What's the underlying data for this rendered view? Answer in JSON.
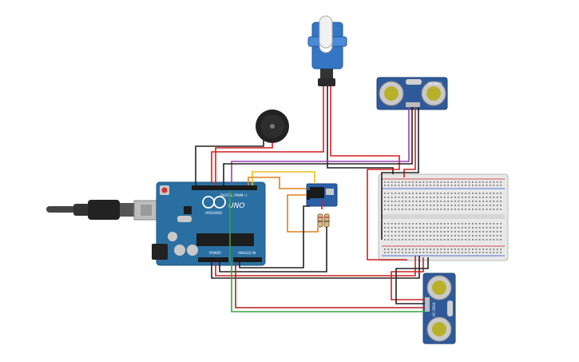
{
  "arduino": {
    "brand_label": "ARDUINO",
    "model_label": "UNO",
    "digital_label": "DIGITAL (PWM~)",
    "power_label": "POWER",
    "analog_label": "ANALOG IN"
  },
  "sensors": {
    "top_model": "HC-SR04",
    "bottom_model": "HC-SR04"
  },
  "colors": {
    "arduino_board": "#2a6fa1",
    "breadboard": "#e8e8e8",
    "sensor_board": "#2f5a9a",
    "servo_body": "#3476c3",
    "wire_red": "#d21f1f",
    "wire_black": "#222222",
    "wire_purple": "#9b3fb0",
    "wire_orange": "#e07f1a",
    "wire_yellow": "#e8c21a",
    "wire_green": "#37a53a",
    "wire_brown": "#8a5a2b"
  },
  "icons": [
    "usb-plug-icon",
    "buzzer-icon",
    "servo-icon",
    "wifi-module-icon",
    "resistor-icon"
  ]
}
